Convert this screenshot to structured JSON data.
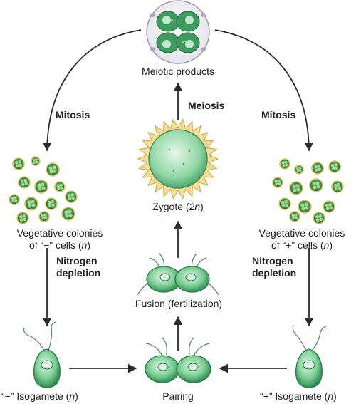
{
  "labels": {
    "meiotic_products": "Meiotic products",
    "mitosis_left": "Mitosis",
    "mitosis_right": "Mitosis",
    "meiosis": "Meiosis",
    "zygote": {
      "prefix": "Zygote (",
      "n": "2n",
      "suffix": ")"
    },
    "veg_left": {
      "line1": "Vegetative colonies",
      "line2_prefix": "of  “−” cells (",
      "n": "n",
      "suffix": ")"
    },
    "veg_right": {
      "line1": "Vegetative colonies",
      "line2_prefix": "of  “+” cells (",
      "n": "n",
      "suffix": ")"
    },
    "nitrogen_left": {
      "line1": "Nitrogen",
      "line2": "depletion"
    },
    "nitrogen_right": {
      "line1": "Nitrogen",
      "line2": "depletion"
    },
    "fusion": "Fusion (fertilization)",
    "iso_minus": {
      "prefix": "“−” Isogamete (",
      "n": "n",
      "suffix": ")"
    },
    "iso_plus": {
      "prefix": "“+” Isogamete (",
      "n": "n",
      "suffix": ")"
    },
    "pairing": "Pairing"
  },
  "colors": {
    "cell_light": "#cdeed6",
    "cell_mid": "#6cc487",
    "cell_dark": "#2f8a55",
    "colony_dark": "#3b7f2c",
    "colony_ring": "#d9c56a",
    "zygote_halo": "#f3d68c",
    "arrow": "#2b2b2b"
  }
}
